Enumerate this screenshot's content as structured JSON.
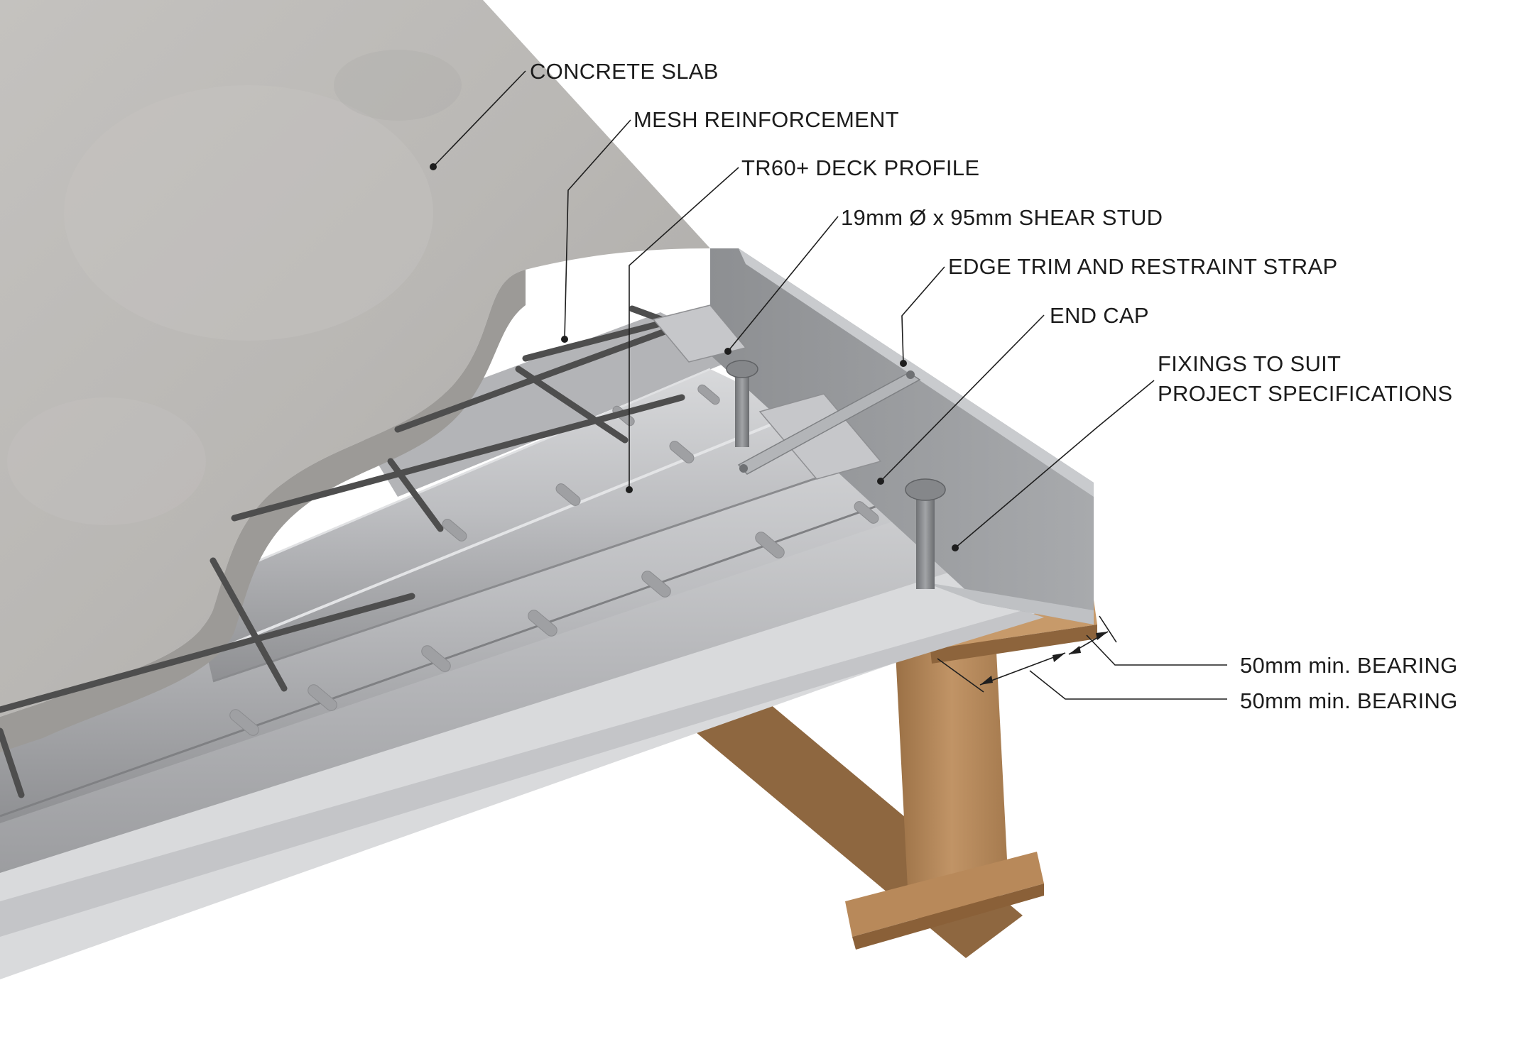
{
  "callouts": {
    "concrete_slab": "CONCRETE SLAB",
    "mesh_reinforcement": "MESH REINFORCEMENT",
    "deck_profile": "TR60+ DECK PROFILE",
    "shear_stud": "19mm Ø x 95mm SHEAR STUD",
    "edge_trim": "EDGE TRIM AND RESTRAINT STRAP",
    "end_cap": "END CAP",
    "fixings_line1": "FIXINGS TO SUIT",
    "fixings_line2": "PROJECT SPECIFICATIONS",
    "bearing_upper": "50mm min. BEARING",
    "bearing_lower": "50mm min. BEARING"
  },
  "colors": {
    "concrete": "#b9b7b4",
    "deck_steel": "#b7b8bb",
    "edge_trim": "#9c9ea1",
    "beam": "#b58a5c",
    "mesh_bar": "#4e4e4e"
  }
}
